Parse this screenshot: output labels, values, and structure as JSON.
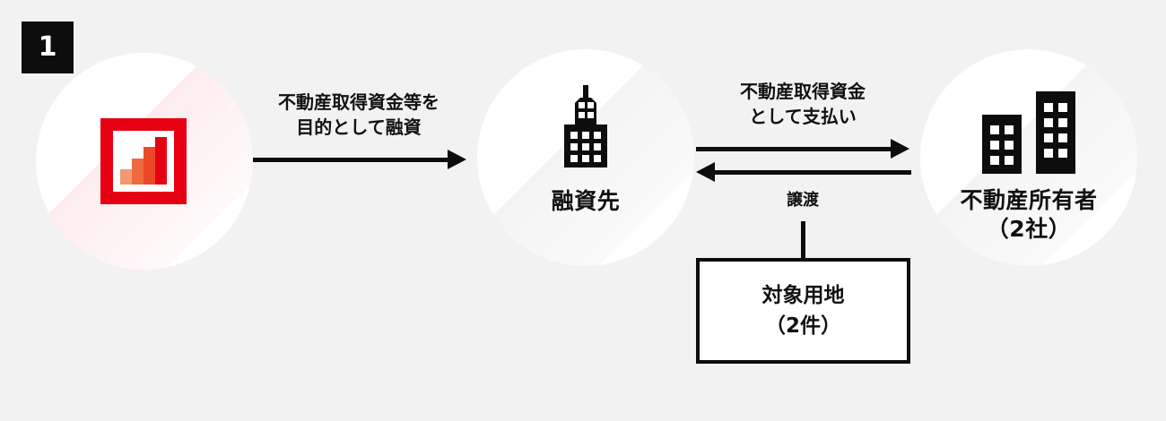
{
  "diagram": {
    "step_badge": "1",
    "background_color": "#f2f2f2",
    "accent_color": "#e60012",
    "ink_color": "#0d0d0d"
  },
  "nodes": {
    "lender": {
      "icon": "bar-chart-icon",
      "label": ""
    },
    "borrower": {
      "icon": "skyscraper-icon",
      "label": "融資先"
    },
    "owner": {
      "icon": "two-buildings-icon",
      "label_line1": "不動産所有者",
      "label_line2": "（2社）"
    }
  },
  "flows": {
    "loan": {
      "line1": "不動産取得資金等を",
      "line2": "目的として融資",
      "direction": "right"
    },
    "payment": {
      "line1": "不動産取得資金",
      "line2": "として支払い",
      "direction": "right"
    },
    "return": {
      "direction": "left"
    },
    "transfer": {
      "label": "譲渡"
    }
  },
  "land_box": {
    "line1": "対象用地",
    "line2": "（2件）"
  },
  "chart_icon_bars": [
    {
      "height": 17,
      "color": "#f2996e"
    },
    {
      "height": 29,
      "color": "#ef6a3c"
    },
    {
      "height": 42,
      "color": "#ea4827"
    },
    {
      "height": 53,
      "color": "#e60012"
    }
  ]
}
